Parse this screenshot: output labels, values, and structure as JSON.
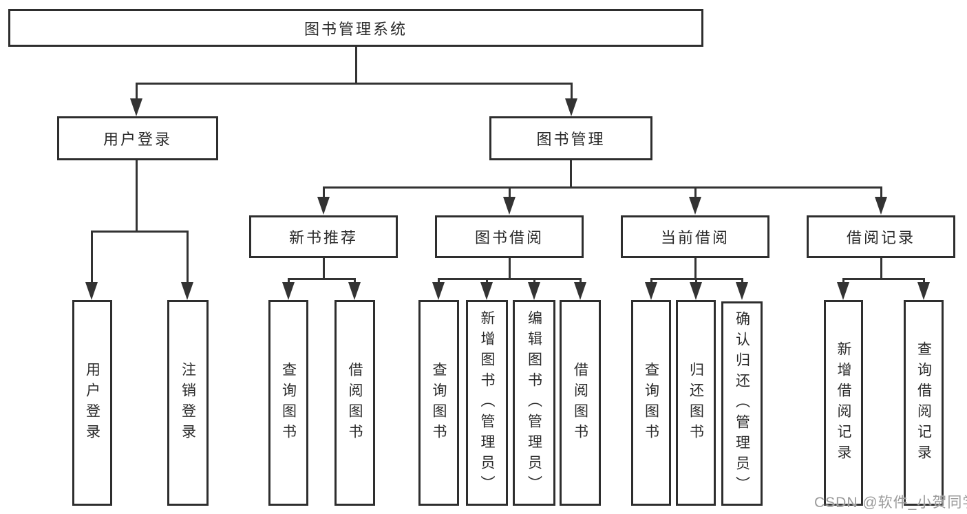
{
  "colors": {
    "line": "#333333",
    "border": "#2e2e2e",
    "text": "#2b2b2b",
    "watermark": "#9b9b9b",
    "background": "#ffffff"
  },
  "watermark": {
    "text": "CSDN @软件_小贺同学"
  },
  "nodes": {
    "root": "图书管理系统",
    "level2": {
      "user_login": "用户登录",
      "book_management": "图书管理"
    },
    "user_login_children": {
      "login": "用户登录",
      "logout": "注销登录"
    },
    "level3": {
      "new_book": "新书推荐",
      "book_borrow": "图书借阅",
      "current_borrow": "当前借阅",
      "borrow_records": "借阅记录"
    },
    "new_book_children": {
      "query": "查询图书",
      "borrow": "借阅图书"
    },
    "book_borrow_children": {
      "query": "查询图书",
      "add": "新增图书（管理员）",
      "edit": "编辑图书（管理员）",
      "borrow": "借阅图书"
    },
    "current_borrow_children": {
      "query": "查询图书",
      "return": "归还图书",
      "confirm": "确认归还（管理员）"
    },
    "borrow_records_children": {
      "add": "新增借阅记录",
      "query": "查询借阅记录"
    }
  }
}
